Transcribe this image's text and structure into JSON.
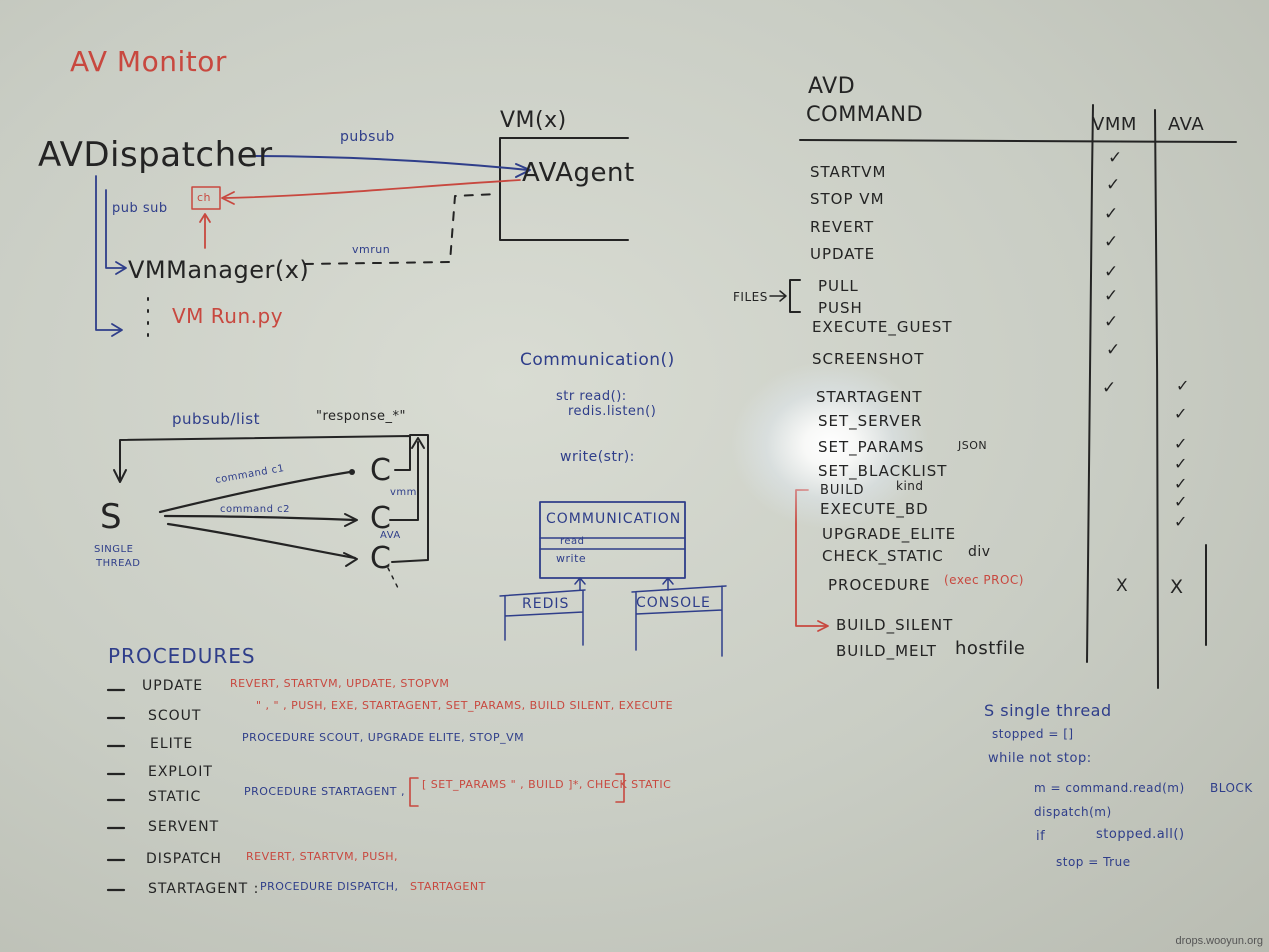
{
  "colors": {
    "black_ink": "#242424",
    "blue_ink": "#2f3e8a",
    "red_ink": "#c8483f",
    "board": "#cfd2c9"
  },
  "title": "AV Monitor",
  "arch": {
    "dispatcher": "AVDispatcher",
    "vm_label": "VM(x)",
    "agent": "AVAgent",
    "pubsub_top": "pubsub",
    "pubsub_side": "pub sub",
    "ch": "ch",
    "vmmanager": "VMManager(x)",
    "vmrun_link": "vmrun",
    "vmrun_py": "VM Run.py"
  },
  "threads": {
    "top_left": "pubsub/list",
    "top_right": "\"response_*\"",
    "single": "S",
    "single_caption_1": "SINGLE",
    "single_caption_2": "THREAD",
    "cmd1": "command c1",
    "cmd2": "command c2",
    "c_label": "C",
    "vmm": "vmm",
    "ava": "AVA"
  },
  "communication": {
    "fn": "Communication()",
    "read_1": "str read():",
    "read_2": "redis.listen()",
    "write": "write(str):",
    "class_name": "COMMUNICATION",
    "method_read": "read",
    "method_write": "write",
    "redis": "REDIS",
    "console": "CONSOLE"
  },
  "table": {
    "header_1": "AVD",
    "header_2": "COMMAND",
    "col_vmm": "VMM",
    "col_ava": "AVA",
    "files": "FILES",
    "rows": [
      {
        "cmd": "STARTVM",
        "vmm": "✓",
        "ava": ""
      },
      {
        "cmd": "STOP VM",
        "vmm": "✓",
        "ava": ""
      },
      {
        "cmd": "REVERT",
        "vmm": "✓",
        "ava": ""
      },
      {
        "cmd": "UPDATE",
        "vmm": "✓",
        "ava": ""
      },
      {
        "cmd": "PULL",
        "vmm": "✓",
        "ava": ""
      },
      {
        "cmd": "PUSH",
        "vmm": "✓",
        "ava": ""
      },
      {
        "cmd": "EXECUTE_GUEST",
        "vmm": "✓",
        "ava": ""
      },
      {
        "cmd": "SCREENSHOT",
        "vmm": "✓",
        "ava": ""
      },
      {
        "cmd": "STARTAGENT",
        "vmm": "✓",
        "ava": "✓"
      },
      {
        "cmd": "SET_SERVER",
        "vmm": "",
        "ava": "✓"
      },
      {
        "cmd": "SET_PARAMS",
        "vmm": "",
        "ava": "✓"
      },
      {
        "cmd": "SET_BLACKLIST",
        "vmm": "",
        "ava": "✓"
      },
      {
        "cmd": "BUILD",
        "vmm": "",
        "ava": "✓"
      },
      {
        "cmd": "EXECUTE_BD",
        "vmm": "",
        "ava": "✓"
      },
      {
        "cmd": "UPGRADE_ELITE",
        "vmm": "",
        "ava": "✓"
      },
      {
        "cmd": "CHECK_STATIC",
        "vmm": "",
        "ava": ""
      },
      {
        "cmd": "PROCEDURE",
        "vmm": "X",
        "ava": "X"
      },
      {
        "cmd": "BUILD_SILENT",
        "vmm": "",
        "ava": ""
      },
      {
        "cmd": "BUILD_MELT",
        "vmm": "",
        "ava": ""
      }
    ],
    "note_json": "JSON",
    "note_kind": "kind",
    "note_div": "div",
    "note_exec": "(exec PROC)",
    "note_hostfile": "hostfile"
  },
  "procedures": {
    "title": "PROCEDURES",
    "items": [
      {
        "name": "UPDATE",
        "red": "REVERT, STARTVM, UPDATE, STOPVM",
        "blue": ""
      },
      {
        "name": "SCOUT",
        "red": "\" , \" , PUSH, EXE, STARTAGENT, SET_PARAMS, BUILD SILENT, EXECUTE",
        "blue": ""
      },
      {
        "name": "ELITE",
        "red": "",
        "blue": "PROCEDURE SCOUT, UPGRADE ELITE, STOP_VM"
      },
      {
        "name": "EXPLOIT",
        "red": "",
        "blue": ""
      },
      {
        "name": "STATIC",
        "red": "[ SET_PARAMS \" , BUILD ]*, CHECK STATIC",
        "blue": "PROCEDURE STARTAGENT ,"
      },
      {
        "name": "SERVENT",
        "red": "",
        "blue": ""
      },
      {
        "name": "DISPATCH",
        "red": "REVERT, STARTVM, PUSH,",
        "blue": ""
      },
      {
        "name": "STARTAGENT :",
        "red": "STARTAGENT",
        "blue": "PROCEDURE DISPATCH,"
      }
    ]
  },
  "pseudo": {
    "line1": "S  single thread",
    "line2": "stopped = []",
    "line3": "while not stop:",
    "line4": "m = command.read(m)",
    "line4b": "BLOCK",
    "line5": "dispatch(m)",
    "line6": "if",
    "line6b": "stopped.all()",
    "line7": "stop = True"
  },
  "watermark": "drops.wooyun.org"
}
